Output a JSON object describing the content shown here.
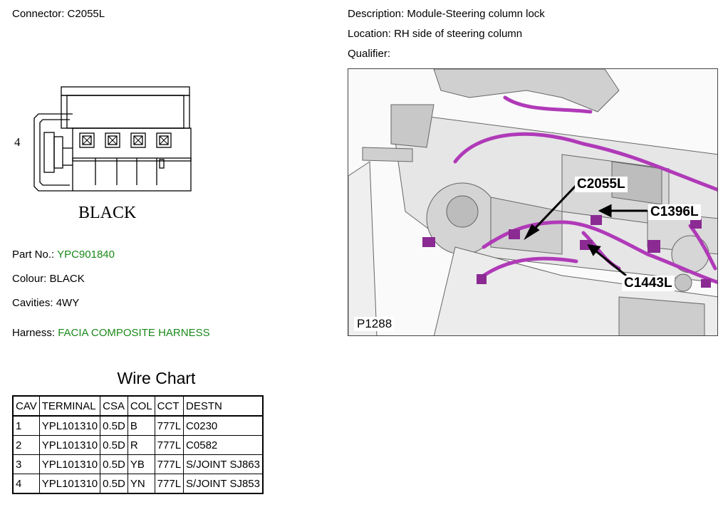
{
  "connector": {
    "label": "Connector:",
    "value": "C2055L"
  },
  "description": {
    "label": "Description:",
    "value": "Module-Steering column lock"
  },
  "location": {
    "label": "Location:",
    "value": "RH side of steering column"
  },
  "qualifier": {
    "label": "Qualifier:",
    "value": ""
  },
  "drawing": {
    "cavity_number": "4",
    "colour_text": "BLACK"
  },
  "part_no": {
    "label": "Part No.:",
    "value": "YPC901840"
  },
  "colour": {
    "label": "Colour:",
    "value": "BLACK"
  },
  "cavities": {
    "label": "Cavities:",
    "value": "4WY"
  },
  "harness": {
    "label": "Harness:",
    "value": "FACIA COMPOSITE HARNESS"
  },
  "wire_chart": {
    "title": "Wire Chart",
    "headers": [
      "CAV",
      "TERMINAL",
      "CSA",
      "COL",
      "CCT",
      "DESTN"
    ],
    "rows": [
      [
        "1",
        "YPL101310",
        "0.5D",
        "B",
        "777L",
        "C0230"
      ],
      [
        "2",
        "YPL101310",
        "0.5D",
        "R",
        "777L",
        "C0582"
      ],
      [
        "3",
        "YPL101310",
        "0.5D",
        "YB",
        "777L",
        "S/JOINT SJ863"
      ],
      [
        "4",
        "YPL101310",
        "0.5D",
        "YN",
        "777L",
        "S/JOINT SJ853"
      ]
    ]
  },
  "figure": {
    "reference": "P1288",
    "callouts": [
      "C2055L",
      "C1396L",
      "C1443L"
    ],
    "harness_color": "#b03ab8"
  }
}
